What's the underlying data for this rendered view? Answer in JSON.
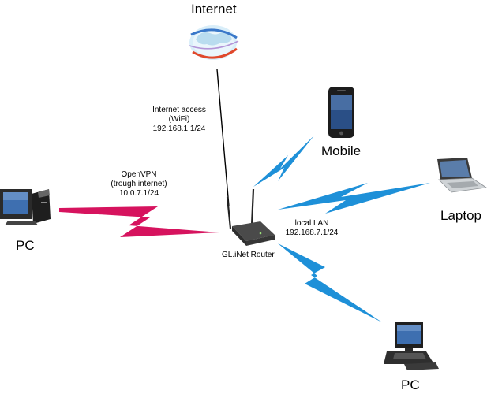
{
  "nodes": {
    "internet": {
      "label": "Internet",
      "icon": "globe-icon"
    },
    "mobile": {
      "label": "Mobile",
      "icon": "smartphone-icon"
    },
    "laptop": {
      "label": "Laptop",
      "icon": "laptop-icon"
    },
    "pc_left": {
      "label": "PC",
      "icon": "desktop-pc-icon"
    },
    "pc_bottom": {
      "label": "PC",
      "icon": "desktop-pc-icon"
    },
    "router": {
      "label": "GL.iNet Router",
      "icon": "router-icon"
    }
  },
  "links": {
    "internet_access": {
      "lines": [
        "Internet access",
        "(WiFi)",
        "192.168.1.1/24"
      ]
    },
    "openvpn": {
      "lines": [
        "OpenVPN",
        "(trough internet)",
        "10.0.7.1/24"
      ]
    },
    "local_lan": {
      "lines": [
        "local LAN",
        "192.168.7.1/24"
      ]
    }
  },
  "colors": {
    "wifi": "#1e90d8",
    "vpn": "#d6135e",
    "wire": "#000000"
  }
}
